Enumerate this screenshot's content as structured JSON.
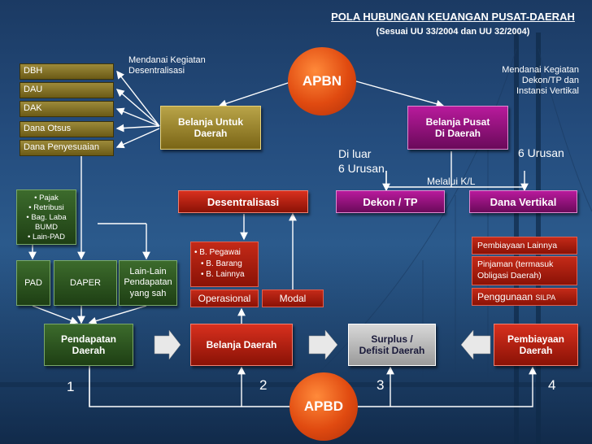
{
  "title": "POLA HUBUNGAN KEUANGAN PUSAT-DAERAH",
  "subtitle": "(Sesuai UU 33/2004 dan UU 32/2004)",
  "apbn": "APBN",
  "apbd": "APBD",
  "left_sources": [
    "DBH",
    "DAU",
    "DAK",
    "Dana Otsus",
    "Dana Penyesuaian"
  ],
  "note_left_l1": "Mendanai Kegiatan",
  "note_left_l2": "Desentralisasi",
  "note_right_l1": "Mendanai Kegiatan",
  "note_right_l2": "Dekon/TP dan",
  "note_right_l3": "Instansi Vertikal",
  "belanja_untuk_daerah_l1": "Belanja Untuk",
  "belanja_untuk_daerah_l2": "Daerah",
  "belanja_pusat_l1": "Belanja Pusat",
  "belanja_pusat_l2": "Di Daerah",
  "di_luar_l1": "Di luar",
  "di_luar_l2": "6 Urusan",
  "enam_urusan": "6 Urusan",
  "melalui_kl": "Melalui K/L",
  "desentralisasi": "Desentralisasi",
  "dekon_tp": "Dekon / TP",
  "dana_vertikal": "Dana Vertikal",
  "pad_items": [
    "Pajak",
    "Retribusi",
    "Bag. Laba BUMD",
    "Lain-PAD"
  ],
  "belanja_items": [
    "B. Pegawai",
    "B. Barang",
    "B. Lainnya"
  ],
  "operasional": "Operasional",
  "modal": "Modal",
  "pad": "PAD",
  "daper": "DAPER",
  "lain_lain_l1": "Lain-Lain",
  "lain_lain_l2": "Pendapatan",
  "lain_lain_l3": "yang sah",
  "pembiayaan_lainnya": "Pembiayaan Lainnya",
  "pinjaman_l1": "Pinjaman (termasuk",
  "pinjaman_l2": "Obligasi Daerah)",
  "penggunaan": "Penggunaan",
  "silpa": "SILPA",
  "pendapatan_daerah_l1": "Pendapatan",
  "pendapatan_daerah_l2": "Daerah",
  "belanja_daerah": "Belanja Daerah",
  "surplus_l1": "Surplus /",
  "surplus_l2": "Defisit Daerah",
  "pembiayaan_daerah_l1": "Pembiayaan",
  "pembiayaan_daerah_l2": "Daerah",
  "numbers": [
    "1",
    "2",
    "3",
    "4"
  ],
  "colors": {
    "apbn_orange": "#e04a10",
    "gold": "#9c8a3a",
    "purple": "#b81a9c",
    "red": "#d8301e",
    "green": "#3c6b2c"
  }
}
